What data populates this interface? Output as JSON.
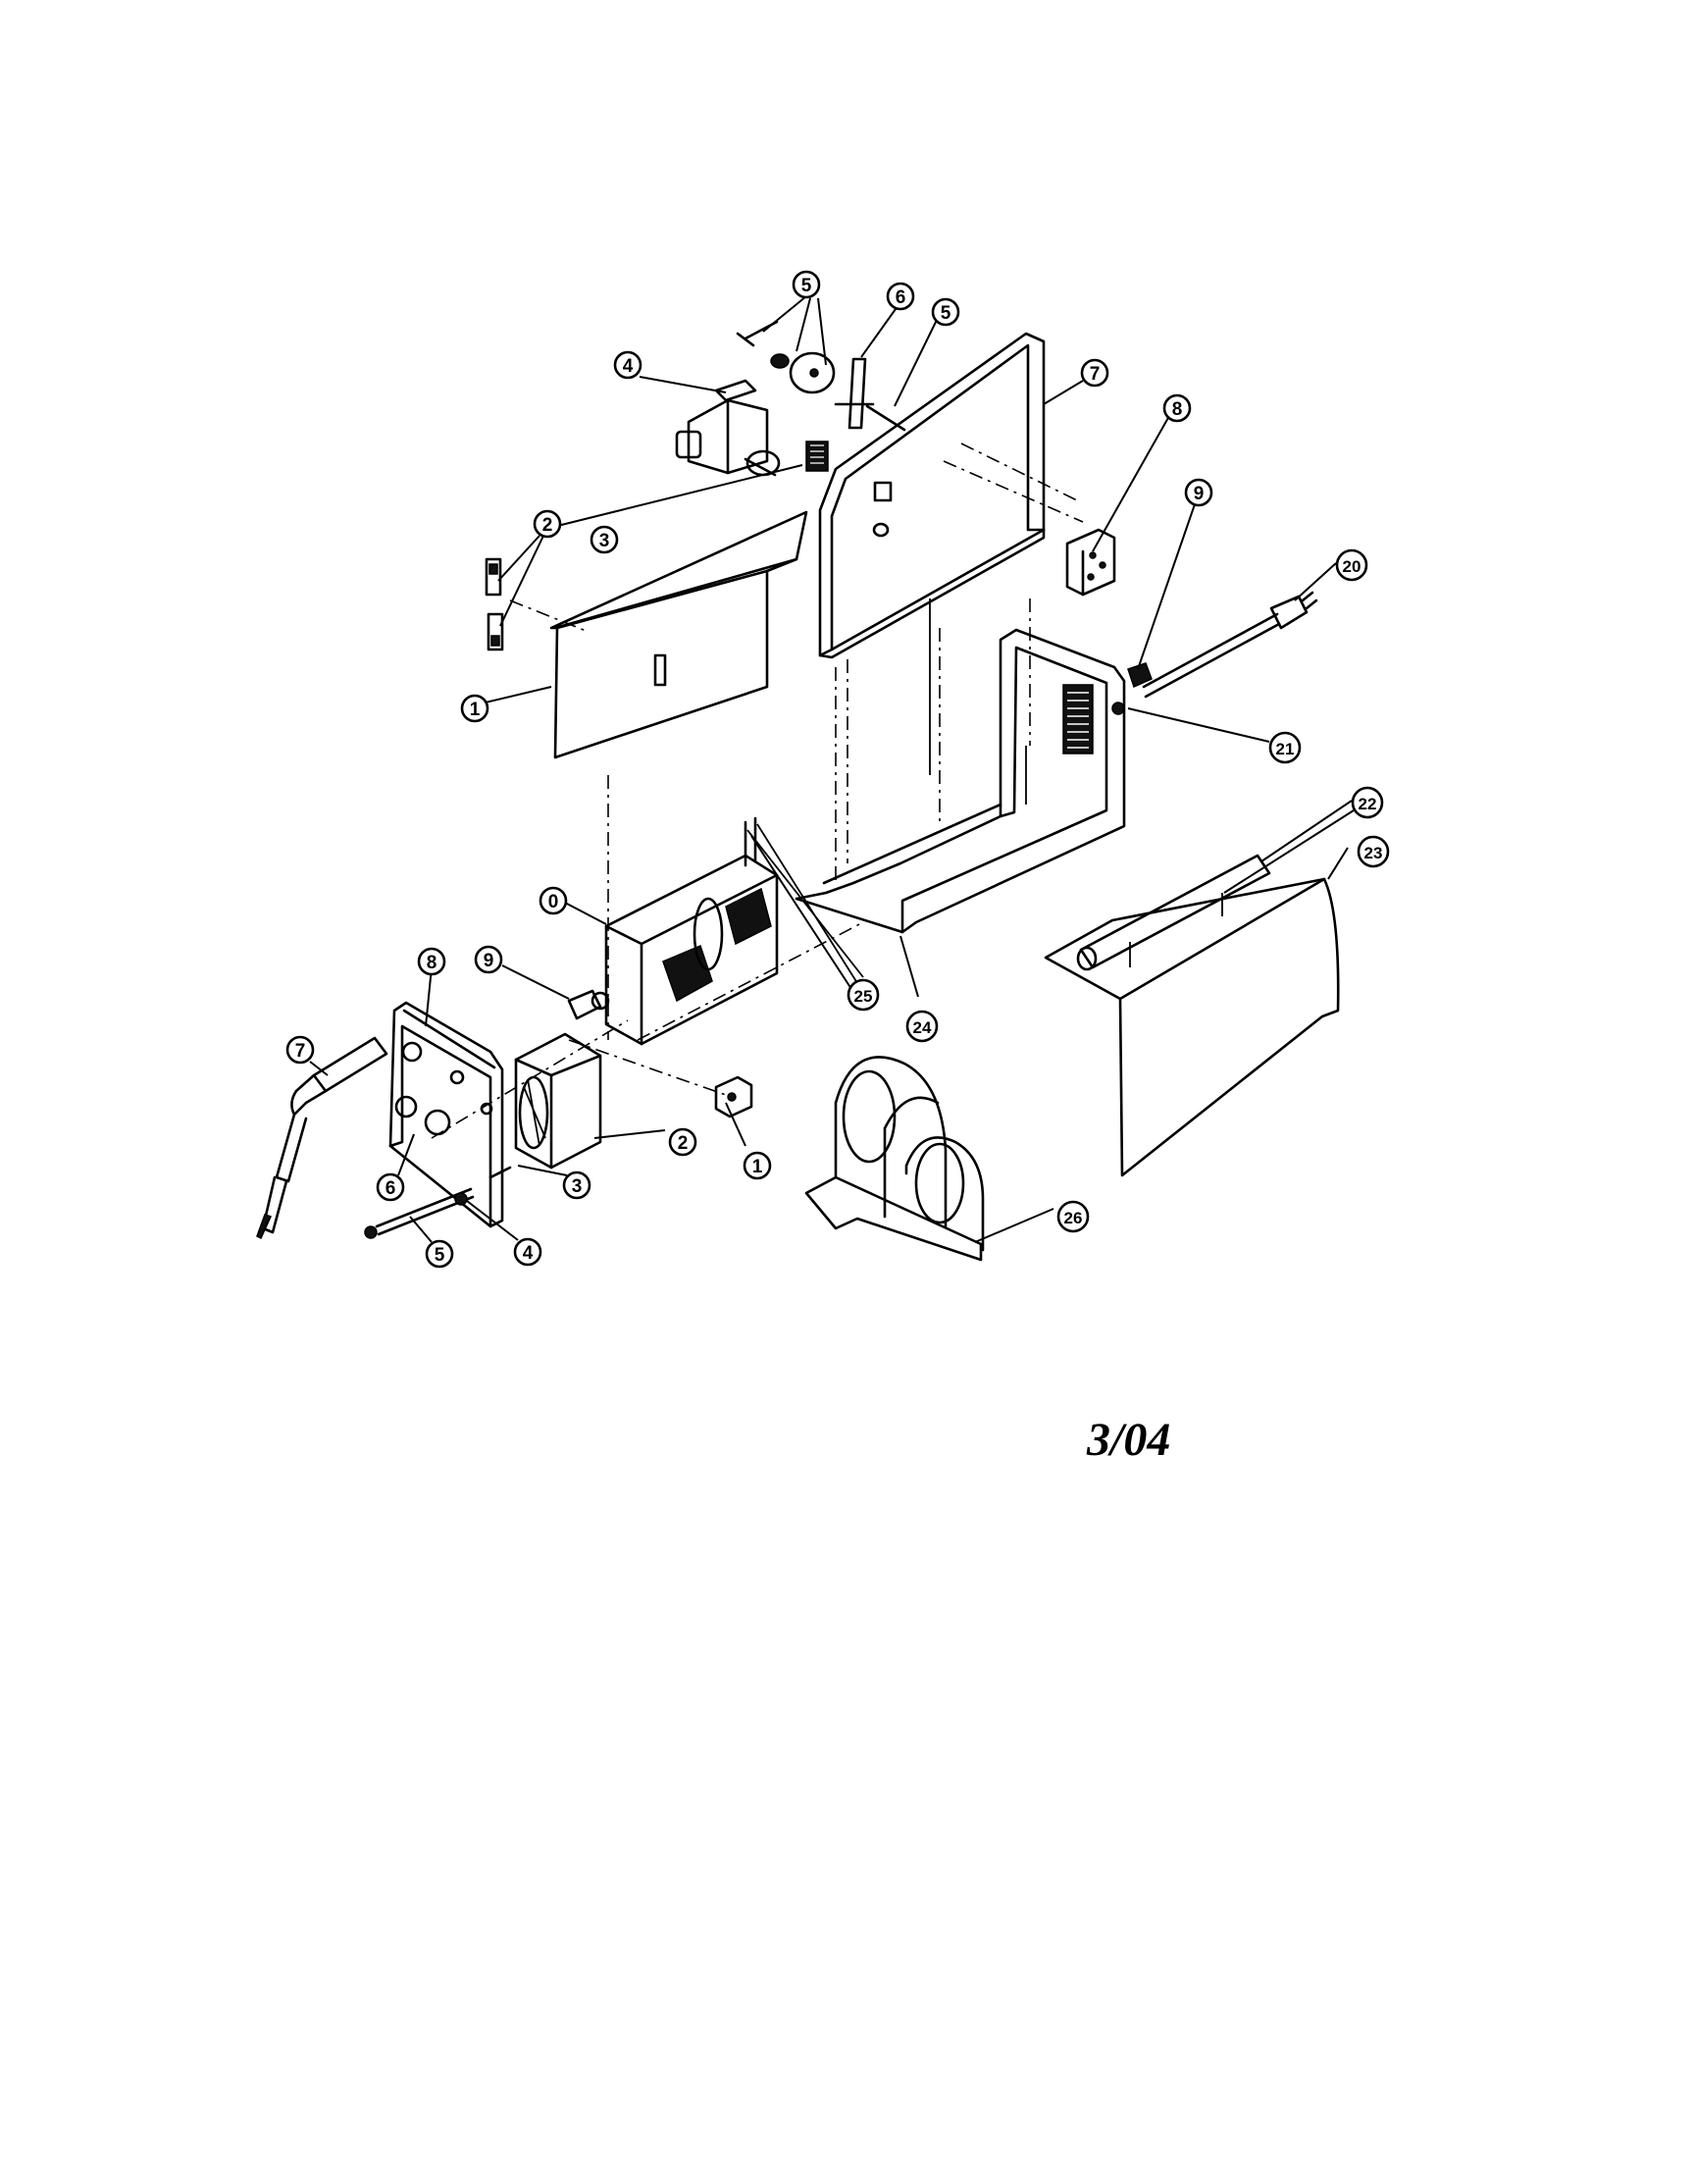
{
  "date_code": "3/04",
  "callouts": [
    {
      "id": "top-5a",
      "label": "5"
    },
    {
      "id": "top-6",
      "label": "6"
    },
    {
      "id": "top-5b",
      "label": "5"
    },
    {
      "id": "top-4",
      "label": "4"
    },
    {
      "id": "top-7",
      "label": "7"
    },
    {
      "id": "top-8",
      "label": "8"
    },
    {
      "id": "top-9",
      "label": "9"
    },
    {
      "id": "top-20",
      "label": "20"
    },
    {
      "id": "top-2",
      "label": "2"
    },
    {
      "id": "top-3",
      "label": "3"
    },
    {
      "id": "top-1",
      "label": "1"
    },
    {
      "id": "top-21",
      "label": "21"
    },
    {
      "id": "top-22",
      "label": "22"
    },
    {
      "id": "top-23",
      "label": "23"
    },
    {
      "id": "mid-0",
      "label": "0"
    },
    {
      "id": "mid-25",
      "label": "25"
    },
    {
      "id": "mid-24",
      "label": "24"
    },
    {
      "id": "low-8",
      "label": "8"
    },
    {
      "id": "low-9",
      "label": "9"
    },
    {
      "id": "low-7",
      "label": "7"
    },
    {
      "id": "low-2",
      "label": "2"
    },
    {
      "id": "low-1",
      "label": "1"
    },
    {
      "id": "low-6",
      "label": "6"
    },
    {
      "id": "low-3",
      "label": "3"
    },
    {
      "id": "low-4",
      "label": "4"
    },
    {
      "id": "low-5",
      "label": "5"
    },
    {
      "id": "low-26",
      "label": "26"
    }
  ]
}
